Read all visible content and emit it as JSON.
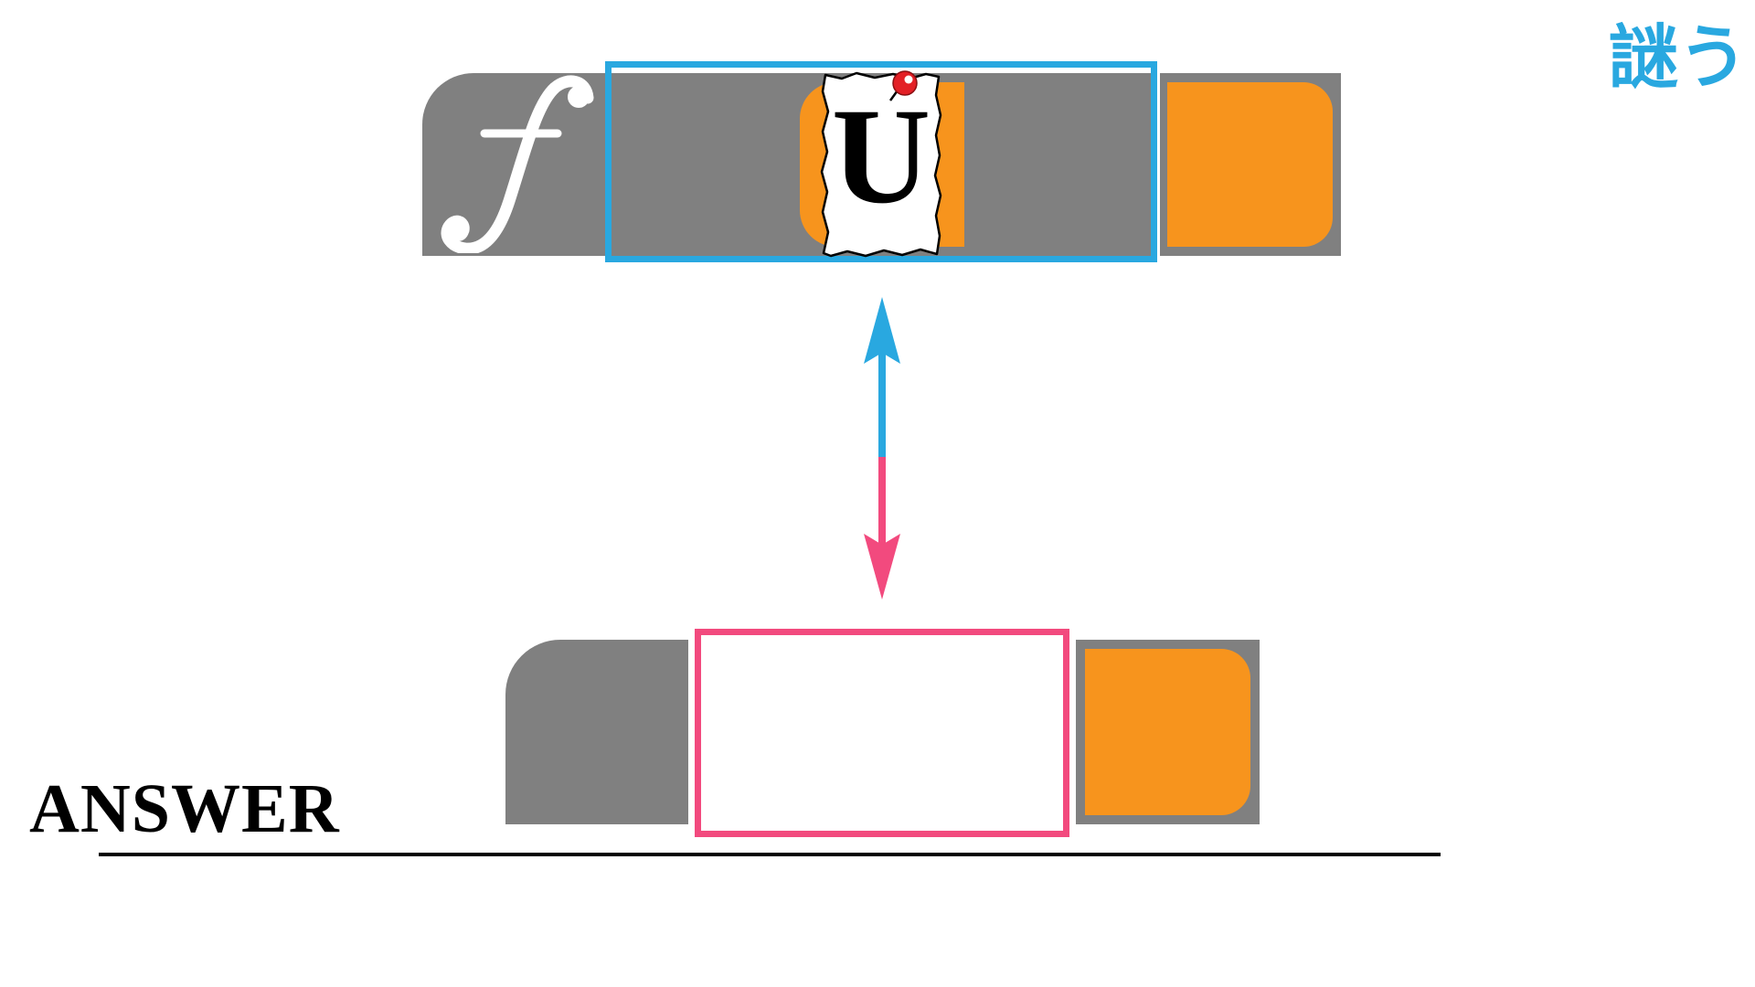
{
  "puzzle": {
    "note_letter": "U",
    "answer_label": "ANSWER",
    "logo": "謎う"
  },
  "colors": {
    "gray": "#808080",
    "orange": "#f7941d",
    "blue": "#29a8e0",
    "pink": "#f24a7e"
  },
  "icons": {
    "f_logo": "function-f-icon",
    "pin": "push-pin-icon",
    "arrow": "double-headed-arrow-icon"
  }
}
